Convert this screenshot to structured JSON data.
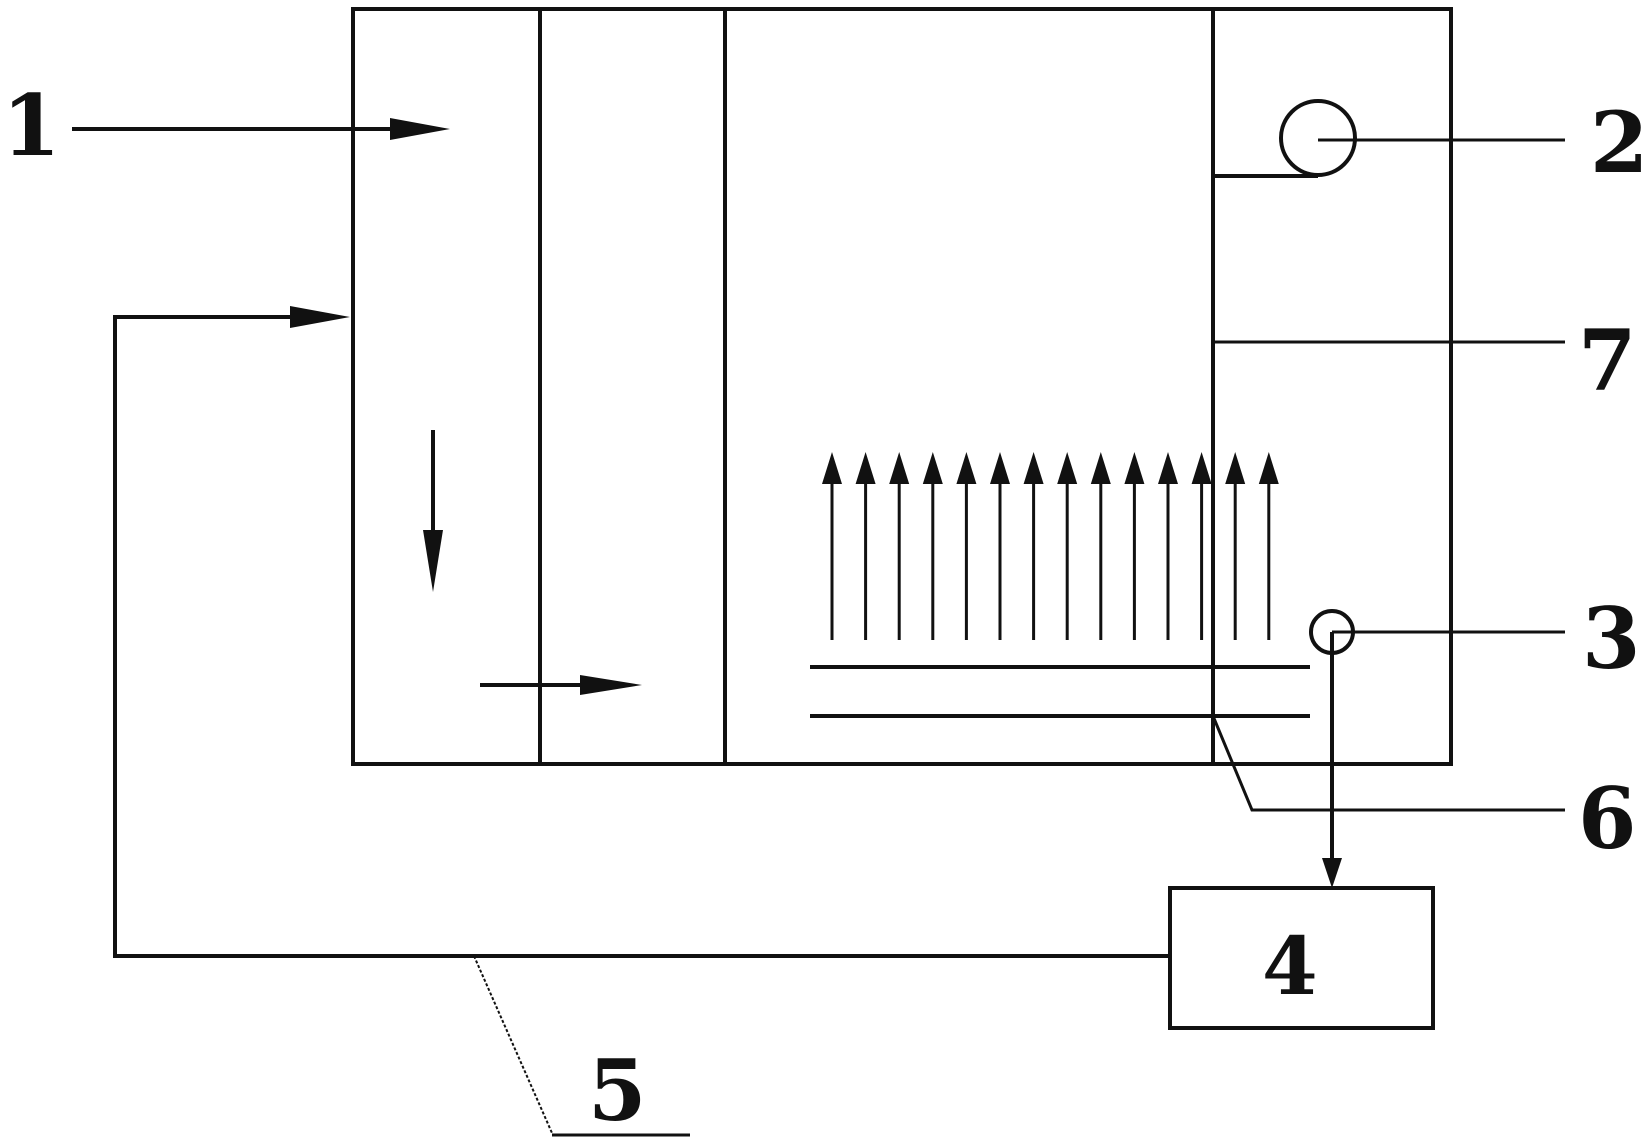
{
  "labels": {
    "l1": "1",
    "l2": "2",
    "l3": "3",
    "l4": "4",
    "l5": "5",
    "l6": "6",
    "l7": "7"
  },
  "colors": {
    "line": "#111111",
    "background": "#ffffff"
  },
  "arrow_field": {
    "count": 14
  }
}
